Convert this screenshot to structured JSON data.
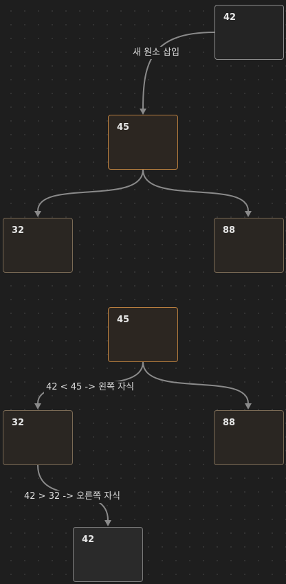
{
  "nodes": {
    "new_element": "42",
    "tree1_root": "45",
    "tree1_left": "32",
    "tree1_right": "88",
    "tree2_root": "45",
    "tree2_left": "32",
    "tree2_right": "88",
    "tree2_inserted": "42"
  },
  "edges": {
    "insert_label": "새 원소 삽입",
    "compare_root_label": "42 < 45 -> 왼쪽 자식",
    "compare_left_label": "42 > 32 -> 오른쪽 자식"
  }
}
